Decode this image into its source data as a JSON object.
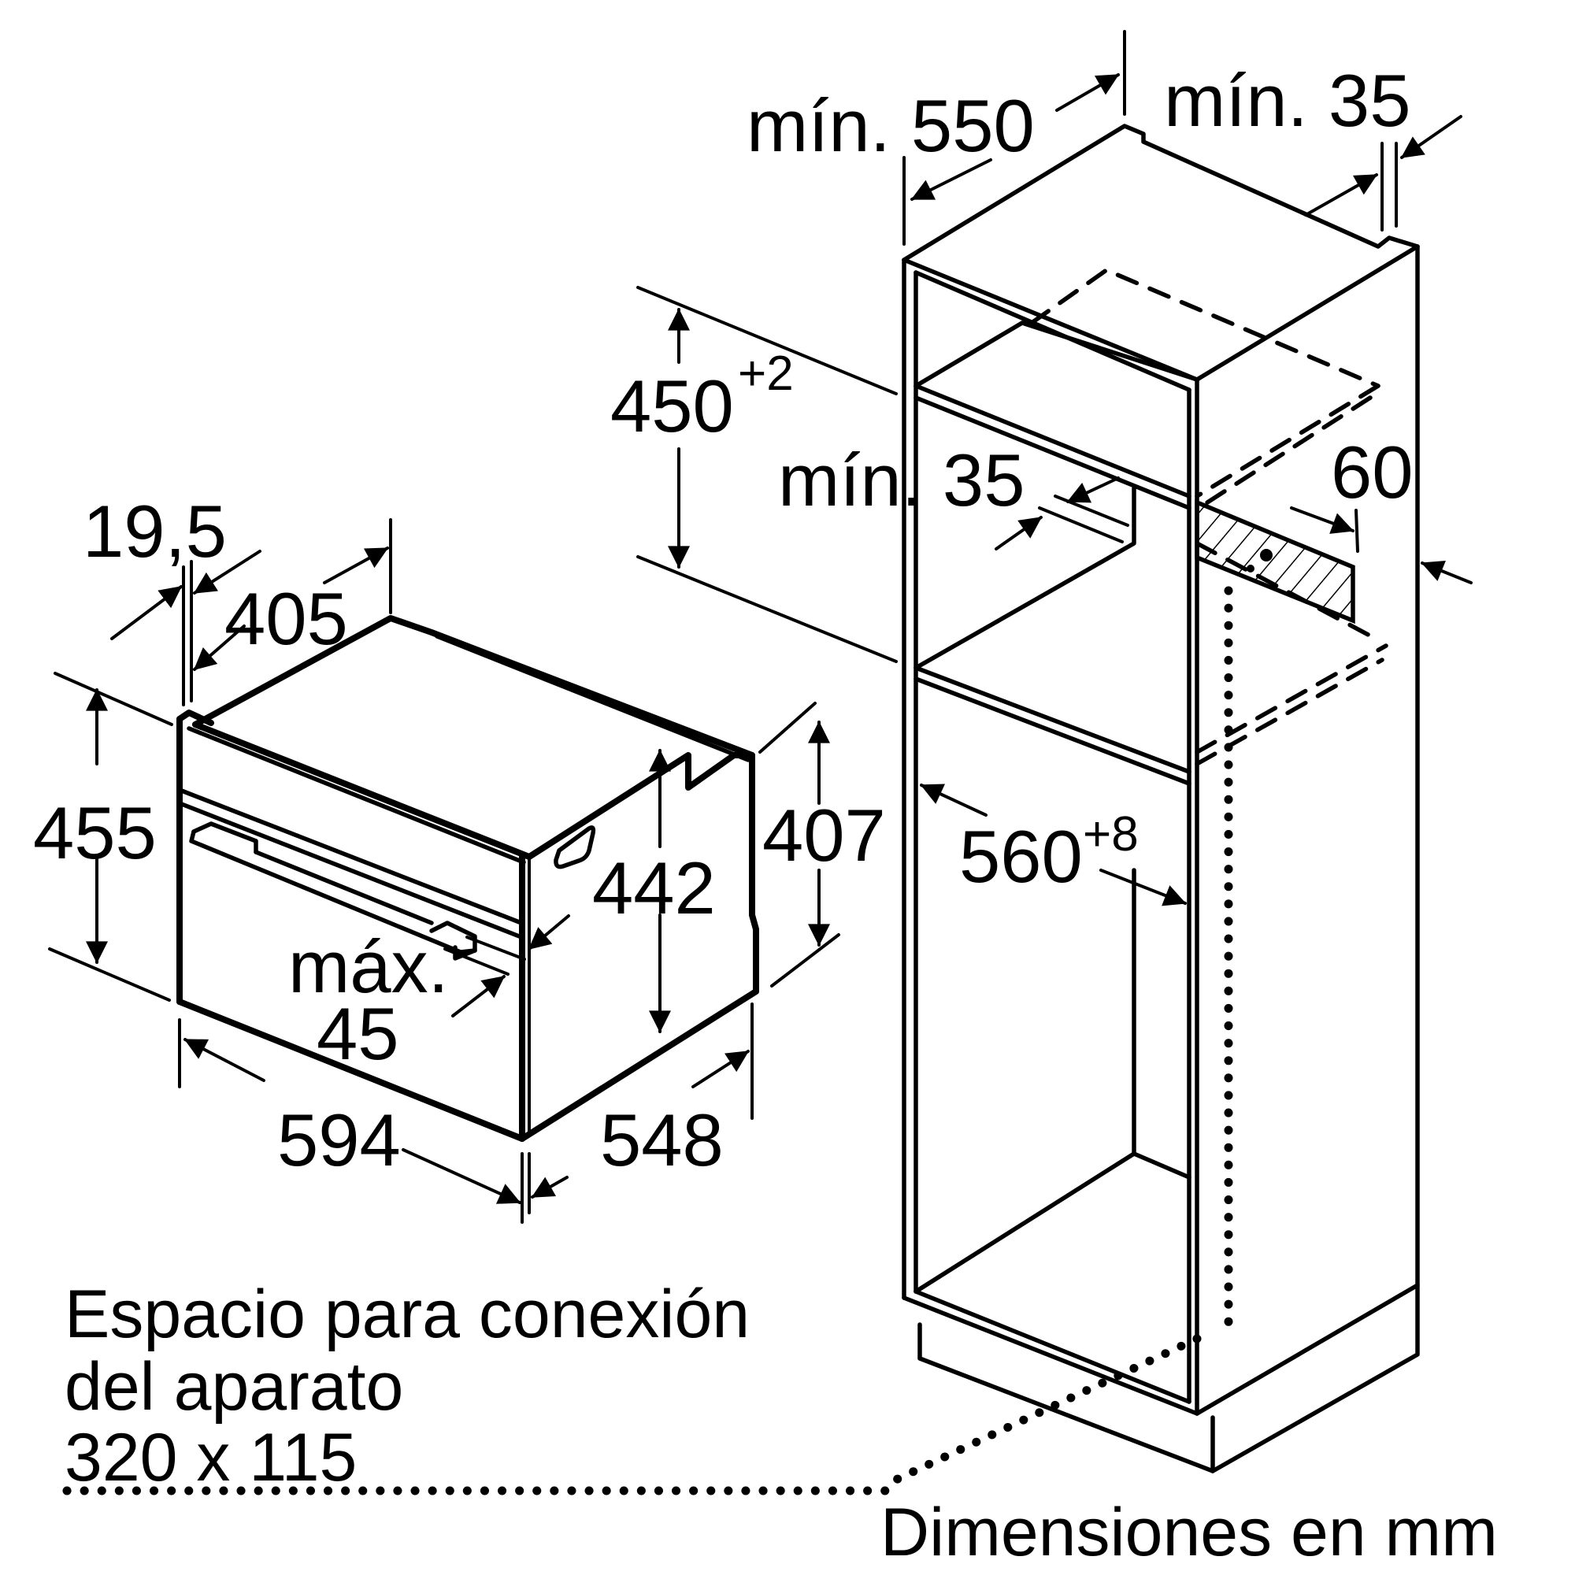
{
  "diagram": {
    "type": "built-in oven installation dimensions",
    "units_note": "Dimensiones en mm",
    "connection_note": {
      "line1": "Espacio para conexión",
      "line2": "del aparato",
      "line3": "320 x 115"
    },
    "appliance": {
      "dimensions": {
        "depth_offset": "19,5",
        "top_depth": "405",
        "height_total": "455",
        "cavity_height": "442",
        "side_height": "407",
        "door_protrusion_label": "máx.",
        "door_protrusion_value": "45",
        "width": "594",
        "depth": "548"
      }
    },
    "cabinet": {
      "dimensions": {
        "min_depth_label": "mín. 550",
        "min_back_gap_label": "mín. 35",
        "niche_height_base": "450",
        "niche_height_tol": "+2",
        "min_shelf_gap_label": "mín. 35",
        "rear_vent": "60",
        "niche_width_base": "560",
        "niche_width_tol": "+8"
      }
    },
    "colors": {
      "line": "#000000",
      "background": "#ffffff"
    }
  }
}
